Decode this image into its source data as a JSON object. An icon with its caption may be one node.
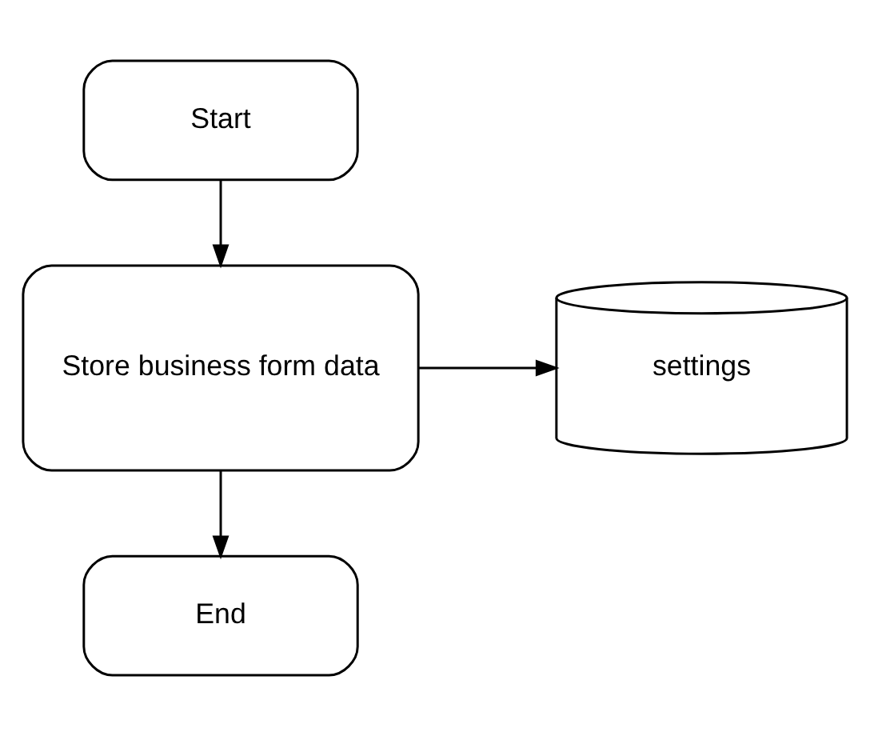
{
  "diagram": {
    "nodes": [
      {
        "text": [
          "Start"
        ]
      },
      {
        "text": [
          "Store business form data"
        ]
      },
      {
        "text": [
          "settings"
        ]
      },
      {
        "text": [
          "End"
        ]
      }
    ],
    "edges": [
      {
        "from": 0,
        "to": 1,
        "arrow": "to"
      },
      {
        "from": 1,
        "to": 2,
        "arrow": "to"
      },
      {
        "from": 1,
        "to": 3,
        "arrow": "to"
      }
    ]
  }
}
